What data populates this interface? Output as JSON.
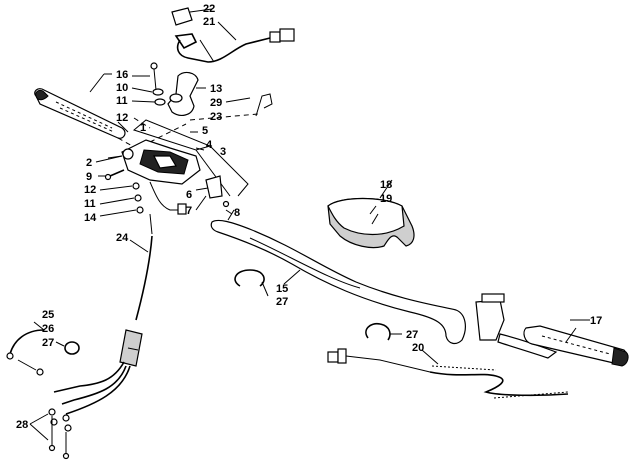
{
  "callouts": {
    "c1": "1",
    "c2": "2",
    "c3": "3",
    "c4": "4",
    "c5": "5",
    "c6": "6",
    "c7": "7",
    "c8": "8",
    "c9": "9",
    "c10": "10",
    "c11a": "11",
    "c11b": "11",
    "c12a": "12",
    "c12b": "12",
    "c13": "13",
    "c14": "14",
    "c15": "15",
    "c16": "16",
    "c17": "17",
    "c18": "18",
    "c19": "19",
    "c20": "20",
    "c21": "21",
    "c22": "22",
    "c23": "23",
    "c24": "24",
    "c25": "25",
    "c26": "26",
    "c27a": "27",
    "c27b": "27",
    "c27c": "27",
    "c28": "28",
    "c29": "29"
  }
}
